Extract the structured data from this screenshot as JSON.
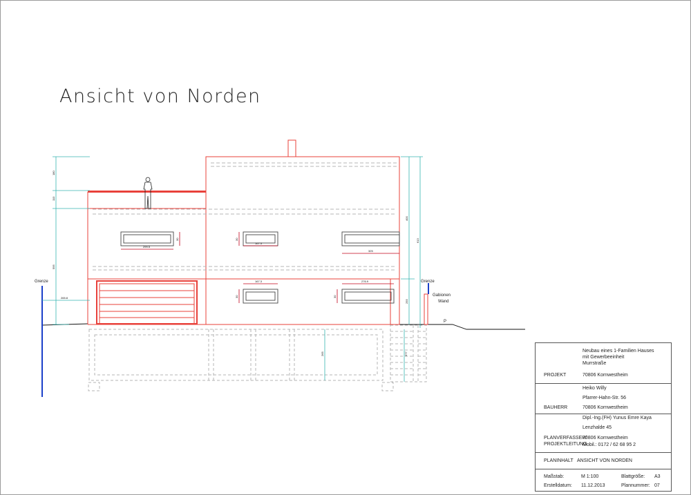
{
  "title": "Ansicht von Norden",
  "labels": {
    "grenze_left": "Grenze",
    "grenze_right": "Grenze",
    "gabionen_1": "Gabionen",
    "gabionen_2": "Wand",
    "p_mark": "P"
  },
  "dimensions": {
    "h_180": "180",
    "h_110": "110",
    "h_595": "595",
    "h_400": "400",
    "h_613": "613",
    "h_255": "255",
    "h_265": "265",
    "h_377": "377",
    "w_265_8": "265.8",
    "w_299_5": "299.5",
    "w_167_3_top": "167.3",
    "w_325": "325",
    "w_167_3_bottom": "167.3",
    "w_276_9": "276.9",
    "v_30_a": "30",
    "v_30_b": "30",
    "v_30_c": "30",
    "v_30_d": "30"
  },
  "titleblock": {
    "projekt": {
      "lines": [
        "Neubau eines 1-Familien Hauses",
        "mit Gewerbeeinheit",
        "Murrstraße",
        "70806 Kornwestheim"
      ],
      "label": "PROJEKT"
    },
    "bauherr": {
      "lines": [
        "Heiko Willy",
        "Pfarrer-Hahn-Str. 56",
        "70806 Kornwestheim"
      ],
      "label": "BAUHERR"
    },
    "planverfasser": {
      "lines": [
        "Dipl.-Ing.(FH) Yunus Emre Kaya",
        "Lenzhalde 45",
        "70806 Kornwestheim",
        "Mobil.: 0172 / 62 68 95 2"
      ],
      "label_1": "PLANVERFASSER/",
      "label_2": "PROJEKTLEITUNG"
    },
    "planinhalt": {
      "label": "PLANINHALT",
      "value": "ANSICHT VON NORDEN"
    },
    "meta": {
      "massstab_label": "Maßstab:",
      "massstab_value": "M 1:100",
      "blattgroesse_label": "Blattgröße:",
      "blattgroesse_value": "A3",
      "erstelldatum_label": "Erstelldatum:",
      "erstelldatum_value": "11.12.2013",
      "plannummer_label": "Plannummer:",
      "plannummer_value": "07"
    }
  },
  "colors": {
    "building": "#e8403a",
    "dimension": "#36b5b0",
    "dim_mark": "#c0001a",
    "hidden": "#b4b4b4",
    "border_line": "#1a3fc9"
  }
}
